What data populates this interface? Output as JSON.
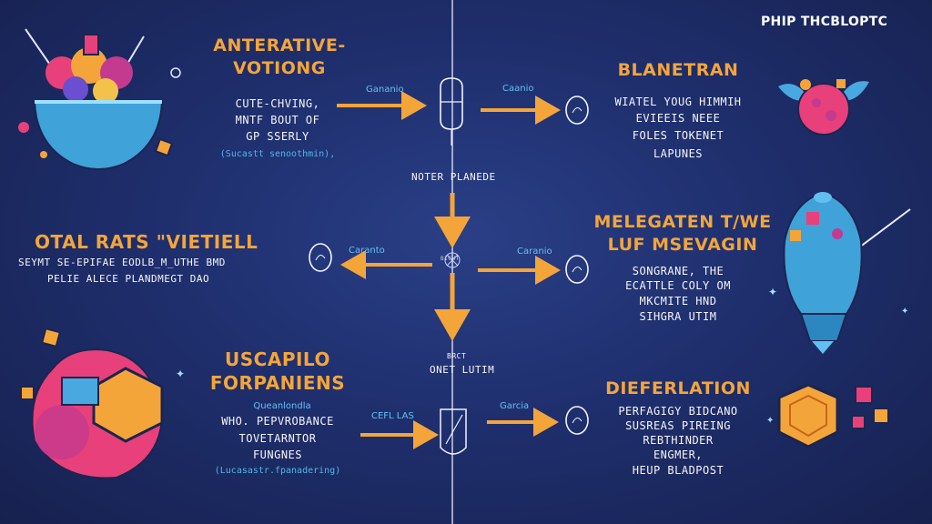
{
  "brand": "PHIP THCBLOPTC",
  "center": {
    "top_label": "NOTER PLANEDE",
    "middle_label": "BICHT",
    "lower_label_1": "BRCT",
    "lower_label_2": "ONET LUTIM"
  },
  "arrows": {
    "top_left": "Gananio",
    "top_right": "Caanio",
    "mid_left": "Caranto",
    "mid_right": "Caranio",
    "bottom_left": "CEFL LAS",
    "bottom_right": "Garcia"
  },
  "top_left": {
    "title_1": "ANTERATIVE-",
    "title_2": "VOTIONG",
    "line_1": "CUTE-CHVING,",
    "line_2": "MNTF BOUT OF",
    "line_3": "GP SSERLY",
    "note": "(Sucastt senoothmin),"
  },
  "top_right": {
    "title": "BLANETRAN",
    "line_1": "WIATEL YOUG HIMMIH",
    "line_2": "EVIEEIS NEEE",
    "line_3": "FOLES TOKENET",
    "line_4": "LAPUNES"
  },
  "mid_left": {
    "title": "OTAL RATS \"VIETIELL",
    "line_1": "SEYMT SE-EPIFAE EODLB_M_UTHE BMD",
    "line_2": "PELIE ALECE PLANDMEGT DAO"
  },
  "mid_right": {
    "title_1": "MELEGATEN T/WE",
    "title_2": "LUF MSEVAGIN",
    "line_1": "SONGRANE, THE",
    "line_2": "ECATTLE COLY OM",
    "line_3": "MKCMITE HND",
    "line_4": "SIHGRA UTIM"
  },
  "bottom_left": {
    "title_1": "USCAPILO",
    "title_2": "FORPANIENS",
    "sub": "Queanlondla",
    "line_1": "WHO. PEPVROBANCE",
    "line_2": "TOVETARNTOR",
    "line_3": "FUNGNES",
    "note": "(Lucasastr.fpanadering)"
  },
  "bottom_right": {
    "title": "DIEFERLATION",
    "line_1": "PERFAGIGY BIDCANO",
    "line_2": "SUSREAS PIREING",
    "line_3": "REBTHINDER",
    "line_4": "ENGMER,",
    "line_5": "HEUP BLADPOST"
  },
  "icons": {
    "top_left_illustration": "cauldron-icon",
    "top_right_illustration": "winged-planet-icon",
    "mid_right_illustration": "rocket-capsule-icon",
    "bottom_left_illustration": "hexagon-cluster-icon",
    "bottom_right_illustration": "hexagon-coin-icon"
  },
  "colors": {
    "background": "#1f2f6e",
    "accent_orange": "#f4a53a",
    "label_blue": "#4fb6e6",
    "text_white": "#f5f5f8"
  }
}
